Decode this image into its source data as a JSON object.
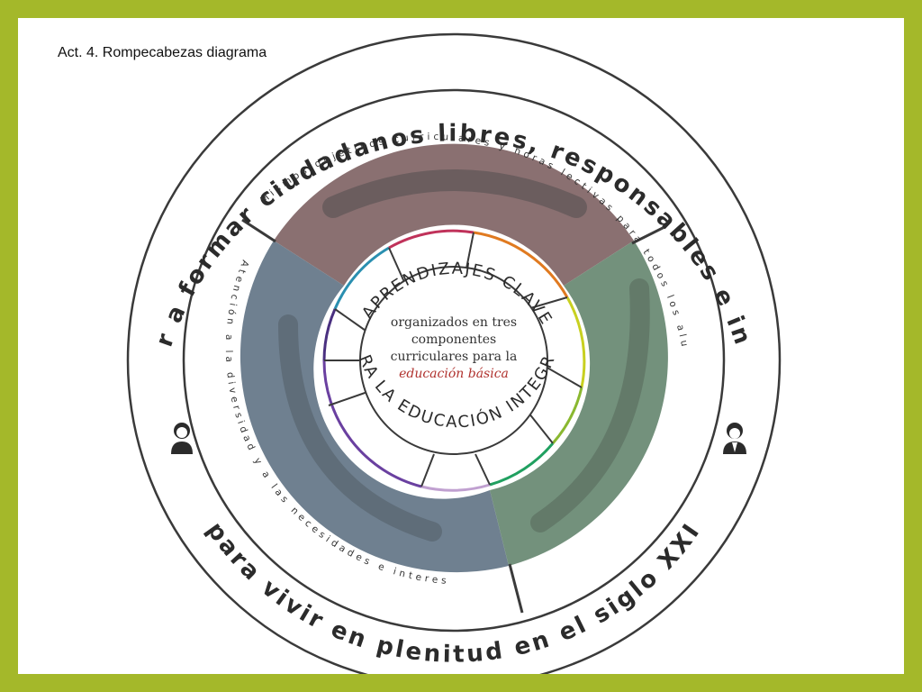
{
  "slide_title": "Act. 4. Rompecabezas  diagrama",
  "outer_ring": {
    "top_text": "Contribuir a formar ciudadanos libres, responsables e informados",
    "bottom_text": "para vivir en plenitud en el siglo XXI"
  },
  "bands": {
    "top_text": "Mismos objetivos curriculares y horas lectivas para todos los alumnos a nivel nacional",
    "left_text": "Atención a la diversidad y a las necesidades e intereses individuales"
  },
  "center": {
    "top_arc": "APRENDIZAJES CLAVE",
    "bottom_arc": "PARA LA EDUCACIÓN INTEGRAL",
    "lines": [
      "organizados en tres",
      "componentes",
      "curriculares para la"
    ],
    "italic_line": "educación básica"
  },
  "colors": {
    "frame": "#a4b82a",
    "top_sector": "#8a7071",
    "left_sector": "#6f8090",
    "right_sector": "#73917c",
    "stroke_dark": "#3a3a3a"
  },
  "icons": [
    "girl-student-icon",
    "boy-student-icon"
  ]
}
